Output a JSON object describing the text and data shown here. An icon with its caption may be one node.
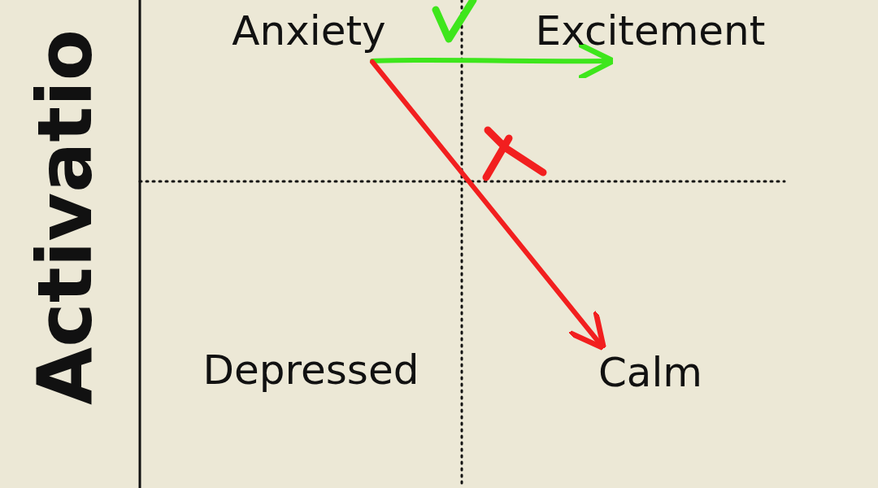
{
  "diagram": {
    "nodes": [
      {
        "text": [
          "Anxiety"
        ]
      },
      {
        "text": [
          "Excitement"
        ]
      },
      {
        "text": [
          "Depressed"
        ]
      },
      {
        "text": [
          "Calm"
        ]
      }
    ],
    "edges": [
      {
        "from": 0,
        "to": 1,
        "arrow": "to",
        "color": "#3ee61c"
      },
      {
        "from": 0,
        "to": 3,
        "arrow": "to",
        "color": "#f21f1f"
      }
    ],
    "labels": [
      "Activatio"
    ]
  }
}
